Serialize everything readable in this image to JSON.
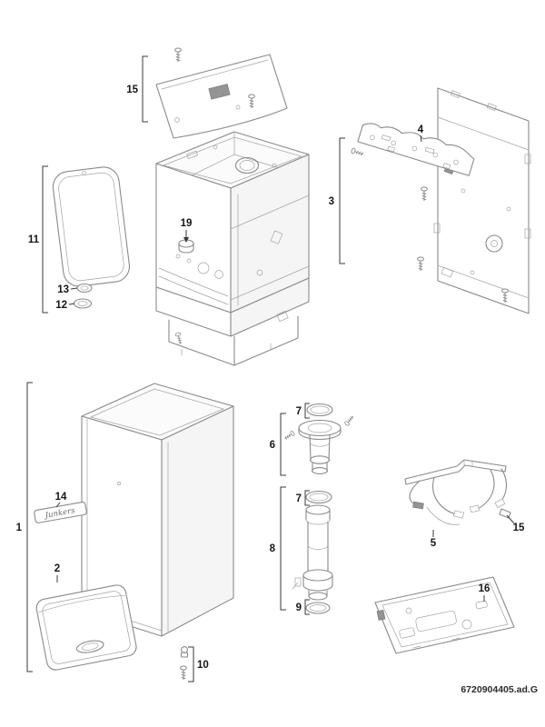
{
  "page": {
    "background": "#ffffff",
    "doc_code": "6720904405.ad.G"
  },
  "diagram": {
    "line_color": "#8a8a8a",
    "label_color": "#151515",
    "brand_script": "Junkers",
    "callouts": {
      "top_cover": "15",
      "side_panel": "11",
      "grommet_upper": "13",
      "grommet_lower": "12",
      "chassis_plug": "19",
      "back_panel": "3",
      "mounting_rail": "4",
      "oring_upper": "7",
      "flue_adapter": "6",
      "oring_middle": "7",
      "flue_extension": "8",
      "oring_lower": "9",
      "cable_harness": "5",
      "clip_right": "15",
      "base_tray": "16",
      "front_casing": "1",
      "logo_plate": "14",
      "lower_front_panel": "2",
      "screw_set": "10"
    }
  }
}
